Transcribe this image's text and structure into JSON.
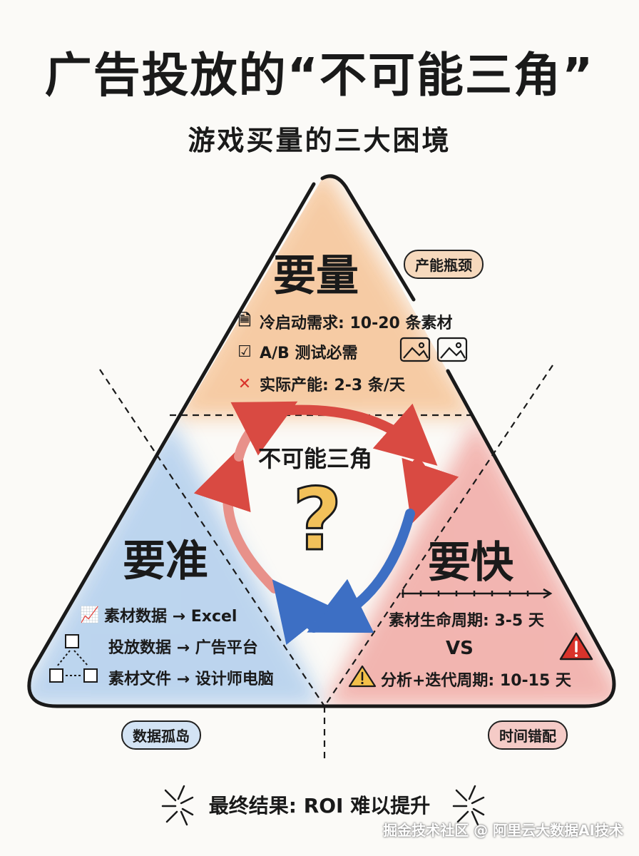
{
  "title": "广告投放的“不可能三角”",
  "subtitle": "游戏买量的三大困境",
  "center": {
    "label": "不可能三角",
    "symbol": "?"
  },
  "top": {
    "heading": "要量",
    "tag": "产能瓶颈",
    "lines": [
      {
        "icon": "document-icon",
        "glyph": "🗎",
        "text": "冷启动需求: 10-20 条素材"
      },
      {
        "icon": "checkbox-icon",
        "glyph": "☑",
        "text": "A/B 测试必需"
      },
      {
        "icon": "cross-icon",
        "glyph": "✕",
        "text": "实际产能: 2-3 条/天"
      }
    ],
    "colors": {
      "fill": "#f6c9a0",
      "cross": "#d9332b"
    }
  },
  "left": {
    "heading": "要准",
    "tag": "数据孤岛",
    "lines": [
      {
        "icon": "chart-icon",
        "glyph": "📈",
        "text": "素材数据 → Excel"
      },
      {
        "icon": "",
        "glyph": "",
        "text": "投放数据 → 广告平台"
      },
      {
        "icon": "cube-icon",
        "glyph": "▢",
        "text": "素材文件 → 设计师电脑"
      }
    ],
    "colors": {
      "fill": "#b9d3ee"
    }
  },
  "right": {
    "heading": "要快",
    "tag": "时间错配",
    "line1": "素材生命周期: 3-5 天",
    "vs": "VS",
    "line2": "分析+迭代周期: 10-15 天",
    "colors": {
      "fill": "#f2b2ad",
      "warning": "#d9332b"
    }
  },
  "result": "最终结果: ROI 难以提升",
  "watermark": "掘金技术社区 @ 阿里云大数据AI技术"
}
